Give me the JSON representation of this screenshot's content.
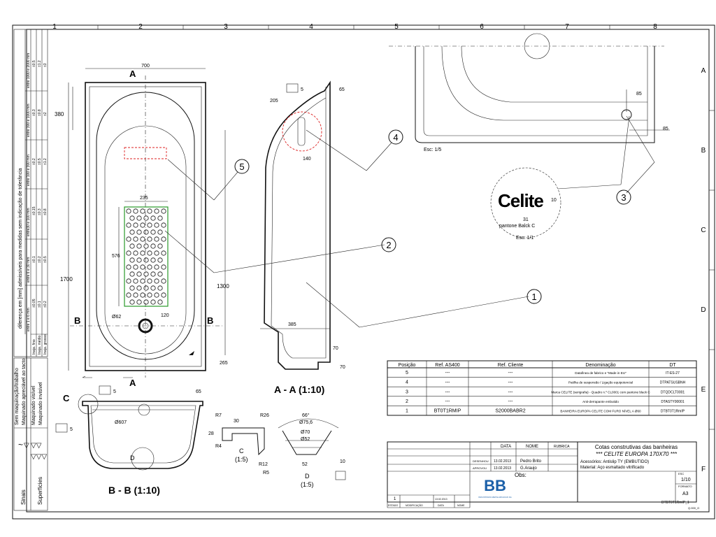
{
  "grid": {
    "columns": [
      "1",
      "2",
      "3",
      "4",
      "5",
      "6",
      "7",
      "8"
    ],
    "rows": [
      "A",
      "B",
      "C",
      "D",
      "E",
      "F"
    ]
  },
  "side_table": {
    "title": "diferença em [mm] admissíveis para medidas sem indicação de tolerância",
    "ranges": [
      "entre 1 e 6 mm",
      "entre 6 e 30 mm",
      "entre30 e 100 mm",
      "entre 100 e 300 mm",
      "entre 300 e 1000 mm",
      "entre 1000 e 2000 mm"
    ],
    "fino": [
      "±0.05",
      "±0.1",
      "±0.15",
      "±0.2",
      "±0.3",
      "±0.5"
    ],
    "medio": [
      "±0.1",
      "±0.2",
      "±0.3",
      "±0.5",
      "±0.8",
      "±1.2"
    ],
    "grosso": [
      "±0.2",
      "±0.5",
      "±0.8",
      "±1.2",
      "±2",
      "±3"
    ],
    "grades": [
      "Inaja. fino",
      "Inaja. médio",
      "Inaja. grosso"
    ]
  },
  "finish": {
    "title1": "Sem maquinação/trabalho",
    "title2": "Maquinado apreciável ao tacto",
    "title3": "Maquinado visível",
    "title4": "Maquinado invisível",
    "sinais": "Sinais",
    "superficies": "Superfícies"
  },
  "top_view": {
    "section_a": "A",
    "section_b": "B",
    "dim_width": "700",
    "dim_380": "380",
    "dim_235": "235",
    "dim_576": "576",
    "dim_1700": "1700",
    "dim_1300": "1300",
    "dim_62": "Ø62",
    "dim_120": "120",
    "dim_265": "265"
  },
  "section_aa": {
    "label": "A - A (1:10)",
    "tol": "5",
    "dim_65": "65",
    "dim_205": "205",
    "dim_140": "140",
    "dim_385": "385",
    "dim_70a": "70",
    "dim_70b": "70"
  },
  "section_bb": {
    "label": "B - B (1:10)",
    "c_label": "C",
    "d_label": "D",
    "tol": "5",
    "dim_65": "65",
    "dim_607": "Ø607"
  },
  "detail_c": {
    "label": "C",
    "scale": "(1:5)",
    "r7": "R7",
    "d30": "30",
    "r26": "R26",
    "d28": "28",
    "r4": "R4"
  },
  "detail_d": {
    "label": "D",
    "scale": "(1:5)",
    "angle": "66°",
    "d756": "Ø75,6",
    "d70": "Ø70",
    "d52": "Ø52",
    "r12": "R12",
    "r5": "R5",
    "d52b": "52",
    "d10": "10"
  },
  "corner_view": {
    "d85a": "85",
    "d85b": "85",
    "scale": "Esc: 1/5"
  },
  "logo_detail": {
    "brand": "Celite",
    "d10": "10",
    "d31": "31",
    "pantone": "pantone Balck C",
    "scale": "Esc: 1/1"
  },
  "callouts": [
    "1",
    "2",
    "3",
    "4",
    "5"
  ],
  "parts_table": {
    "headers": [
      "Posição",
      "Ref. AS400",
      "Ref. Cliente",
      "Denominação",
      "DT"
    ],
    "rows": [
      [
        "5",
        "---",
        "---",
        "Datafinea de fabrico e \"Made in EU\"",
        "IT-ES-27"
      ],
      [
        "4",
        "---",
        "---",
        "Patilha de suspensão / Ligação equipotencial",
        "DTPATSUSBNH"
      ],
      [
        "3",
        "---",
        "---",
        "Marca CELITE (serigrafia) - Quadro n.º CL0001 com pantone black C",
        "DTQDCLT0001"
      ],
      [
        "2",
        "---",
        "---",
        "Anti-derrapante embutido",
        "DTASTY00001"
      ],
      [
        "1",
        "BT0T1RMIP",
        "S2000BABR2",
        "BANHEIRA EUROPA CELITE COM FURO NÍVEL A Ø60",
        "DTBT0T1RmIP"
      ]
    ]
  },
  "title_block": {
    "col_data": "DATA",
    "col_nome": "NOME",
    "col_rubrica": "RUBRICA",
    "desenhou": "DESENHOU",
    "aprovou": "APROVOU",
    "date1": "13.02.2013",
    "date2": "13.02.2013",
    "name1": "Pedro Brito",
    "name2": "G.Araujo",
    "title1": "Cotas construtivas das banheiras",
    "title2": "*** CELITE EUROPA 170X70 ***",
    "acessorios": "Acessórios: Antislip TY (EMBUTIDO)",
    "material": "Material: Aço esmaltado vitrificado",
    "obs": "Obs:",
    "esc_label": "ESC",
    "esc": "1/10",
    "formato_label": "FORMATO",
    "formato": "A3",
    "company": "BB",
    "company_sub": "INDUSTRIAS METALURGICAS SA",
    "code": "DTBT0T1RmIP_1",
    "rev": "1",
    "rev_date": "13.02.2013",
    "estado": "ESTADO",
    "modificacao": "MODIFICAÇÃO",
    "data": "DATA",
    "nome": "NOME",
    "sheet_code": "Q.000_G"
  }
}
